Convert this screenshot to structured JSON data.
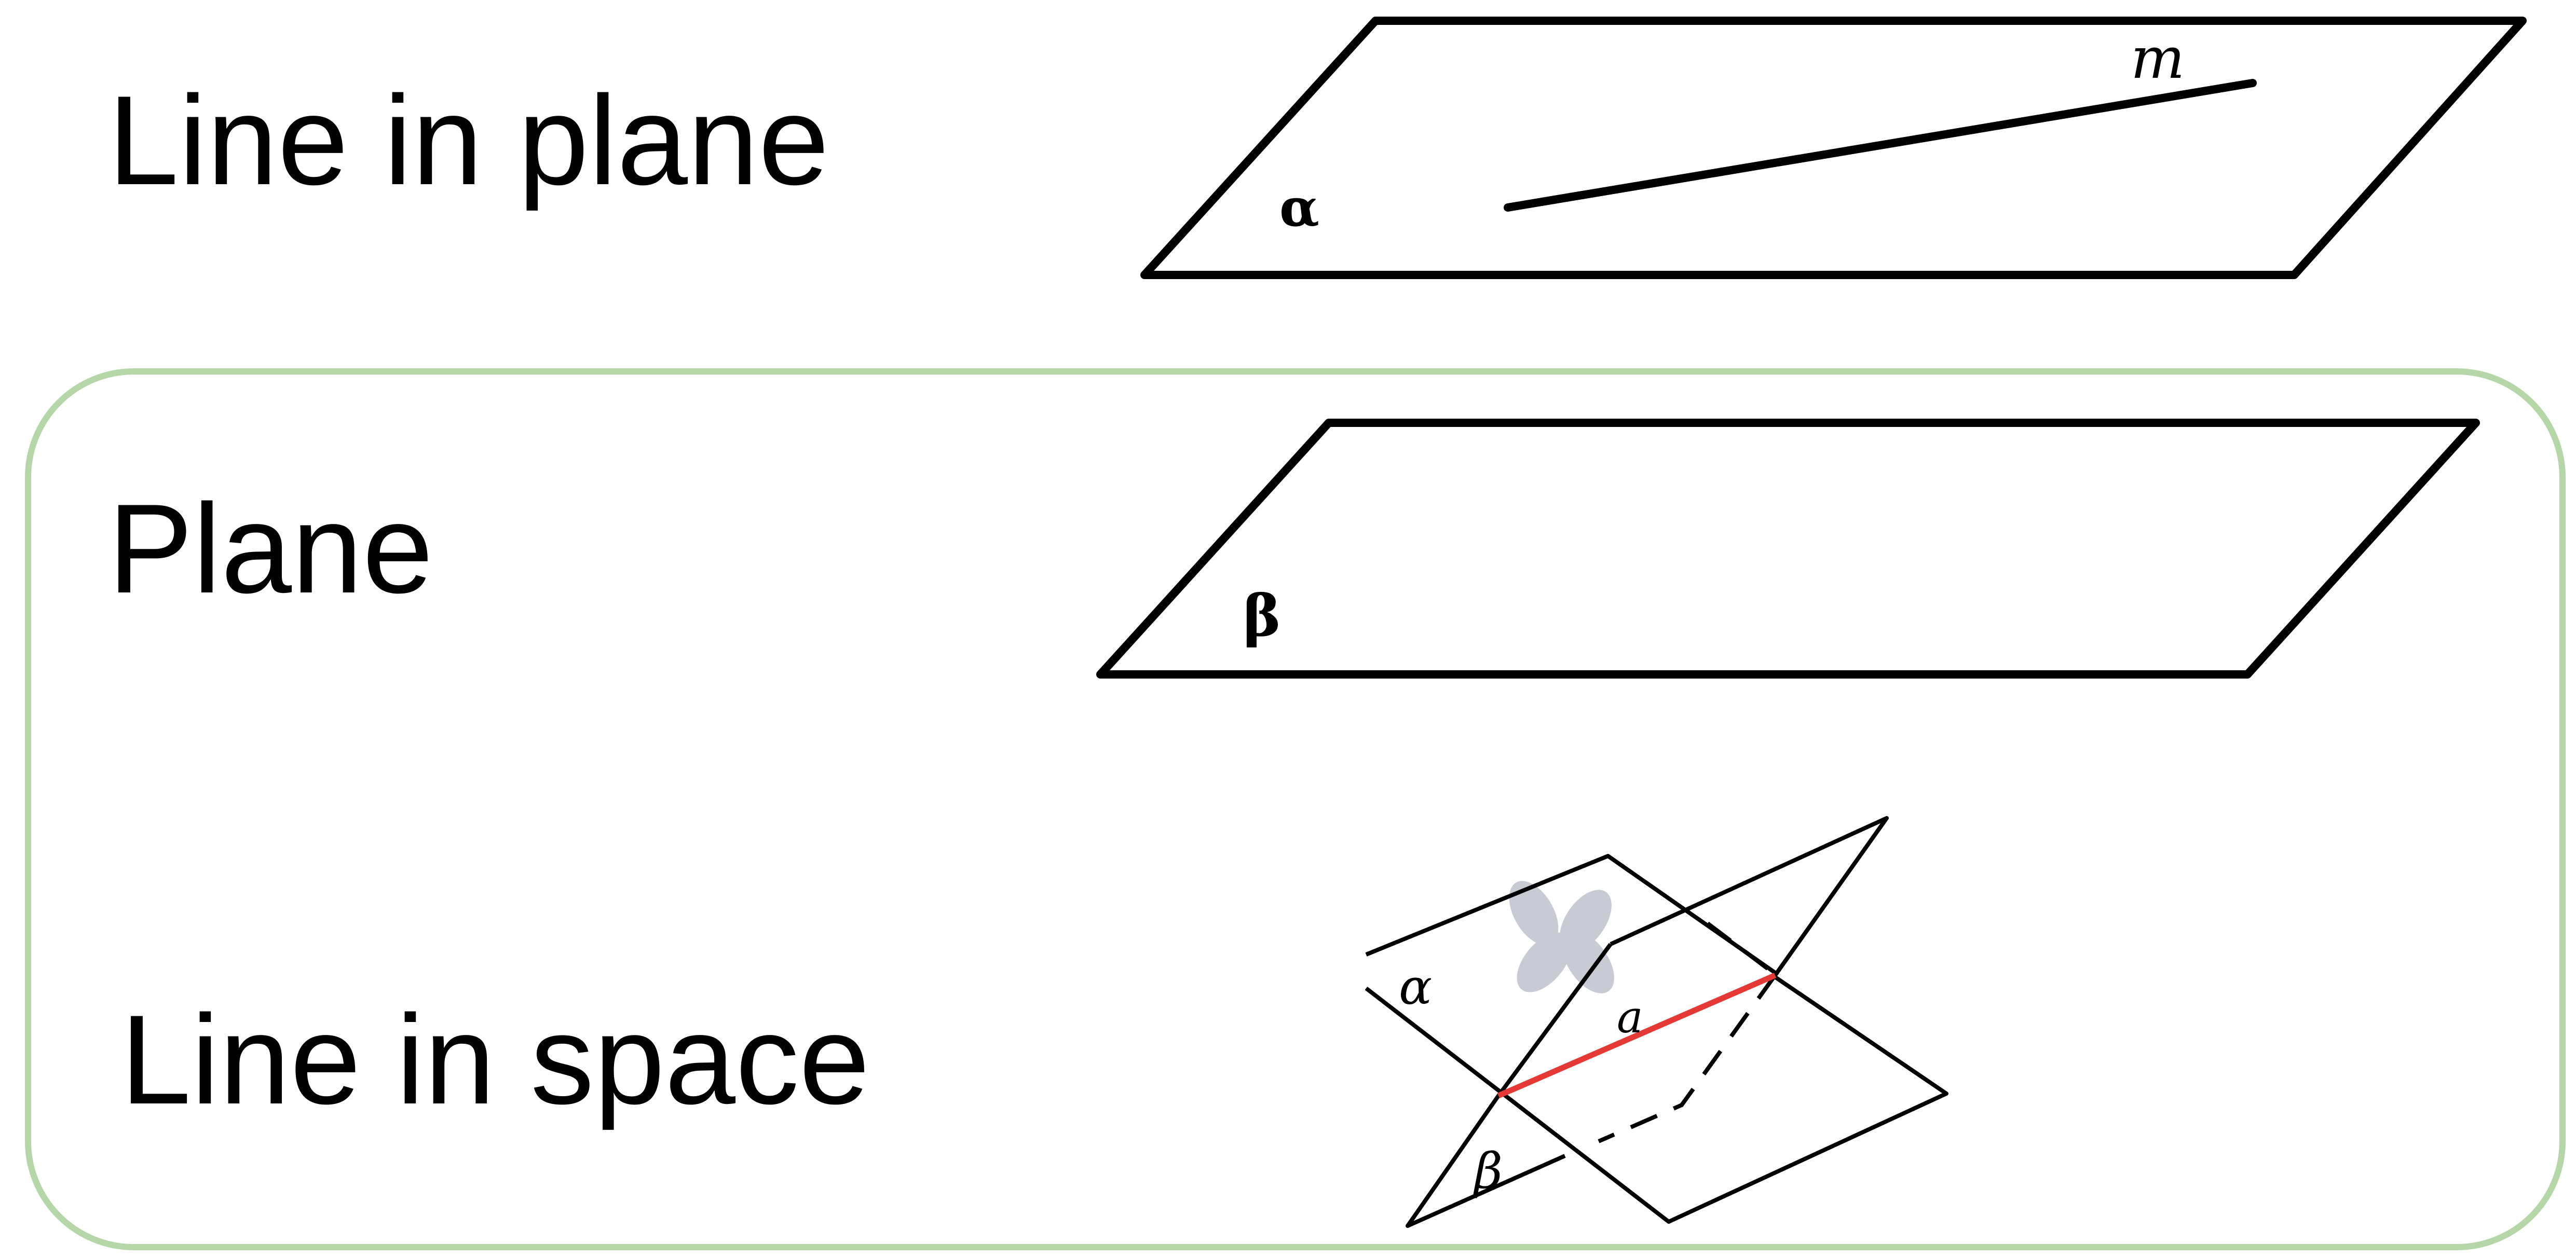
{
  "rows": {
    "line_in_plane": {
      "label": "Line in plane",
      "plane_label": "α",
      "line_label": "m"
    },
    "plane": {
      "label": "Plane",
      "plane_label": "β"
    },
    "line_in_space": {
      "label": "Line in space",
      "plane1_label": "α",
      "plane2_label": "β",
      "line_label": "a"
    }
  },
  "colors": {
    "group_border": "#b5d6a7",
    "intersection_line": "#e53935",
    "stroke": "#000000",
    "watermark": "#c4c6d0"
  }
}
